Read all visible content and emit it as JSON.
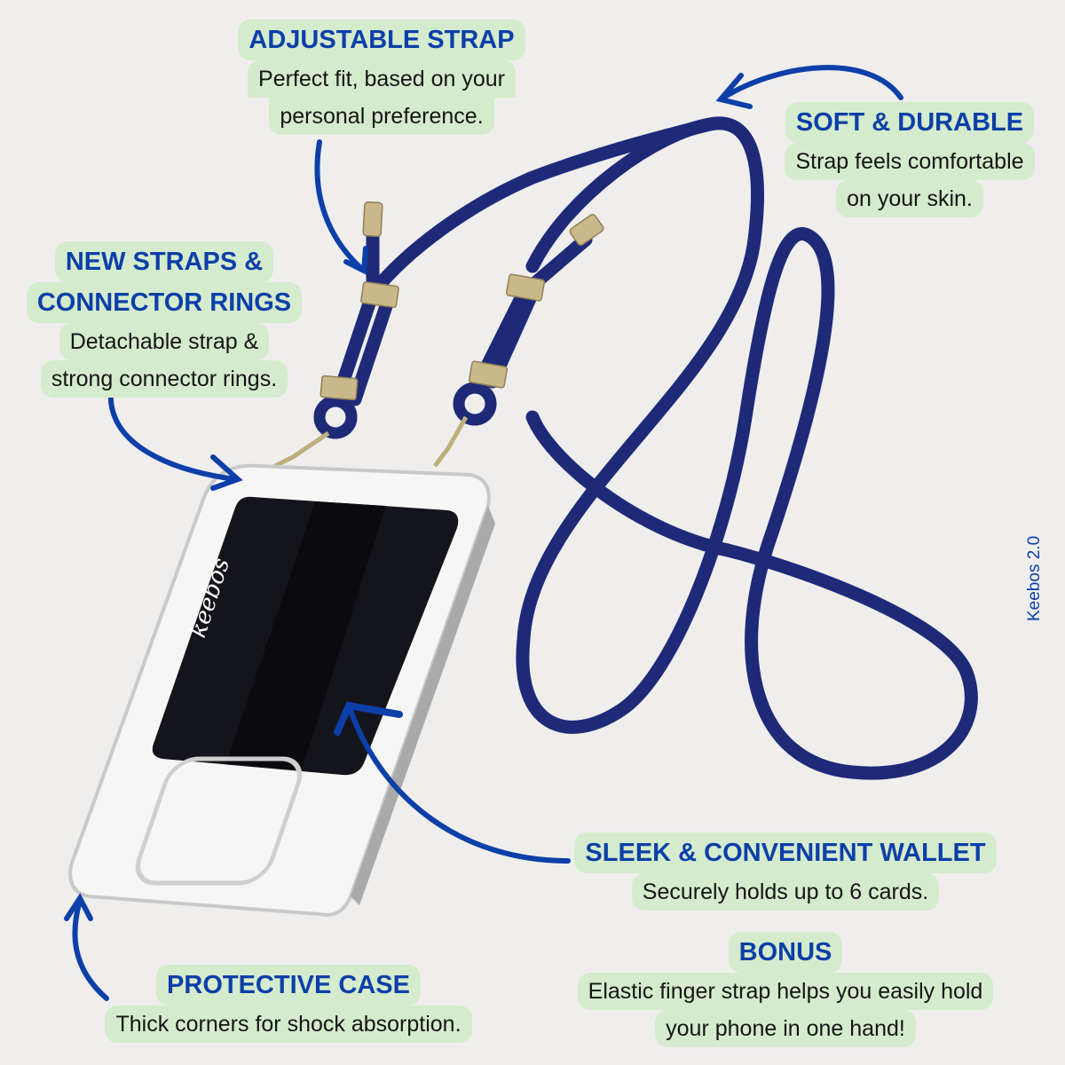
{
  "brand_label": "Keebos 2.0",
  "case_logo": "keebos",
  "colors": {
    "background": "#efeeed",
    "callout_bg": "#d5ebcd",
    "title_blue": "#0c3fa8",
    "arrow_blue": "#0c3fa8",
    "strap_navy": "#1e2a78",
    "gold": "#c9b98a",
    "wallet": "#14151c"
  },
  "callouts": {
    "adjustable": {
      "title": "ADJUSTABLE STRAP",
      "lines": [
        "Perfect fit, based on your",
        "personal preference."
      ]
    },
    "soft": {
      "title": "SOFT & DURABLE",
      "lines": [
        "Strap feels comfortable",
        "on your skin."
      ]
    },
    "new_straps": {
      "title_lines": [
        "NEW STRAPS &",
        "CONNECTOR RINGS"
      ],
      "lines": [
        "Detachable strap &",
        "strong connector rings."
      ]
    },
    "wallet": {
      "title": "SLEEK & CONVENIENT WALLET",
      "lines": [
        "Securely holds up to 6 cards."
      ]
    },
    "bonus": {
      "title": "BONUS",
      "lines": [
        "Elastic finger strap helps you easily hold",
        "your phone in one hand!"
      ]
    },
    "protective": {
      "title": "PROTECTIVE CASE",
      "lines": [
        "Thick corners for shock absorption."
      ]
    }
  }
}
